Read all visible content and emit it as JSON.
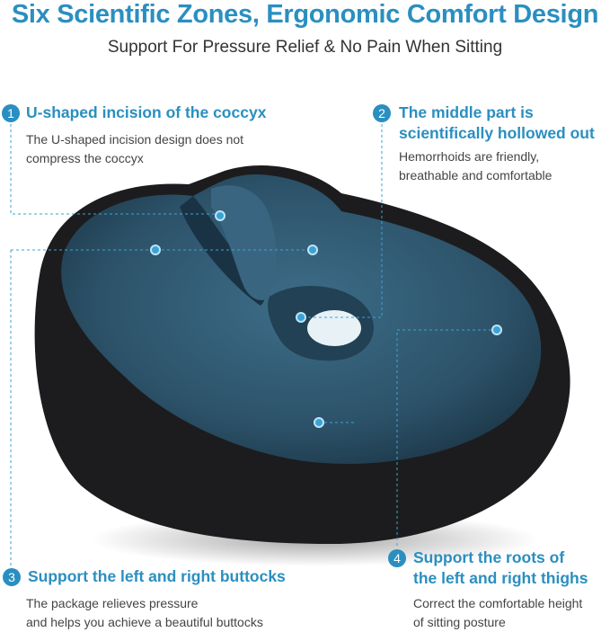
{
  "header": {
    "title": "Six Scientific Zones, Ergonomic Comfort Design",
    "subtitle": "Support For Pressure Relief & No Pain When Sitting"
  },
  "callouts": [
    {
      "number": "1",
      "heading": "U-shaped incision of the coccyx",
      "description": [
        "The U-shaped incision design does not",
        "compress the coccyx"
      ]
    },
    {
      "number": "2",
      "heading": [
        "The middle part is",
        "scientifically hollowed out"
      ],
      "description": [
        "Hemorrhoids are friendly,",
        "breathable and comfortable"
      ]
    },
    {
      "number": "3",
      "heading": "Support the left and right buttocks",
      "description": [
        "The package relieves pressure",
        "and helps you achieve a beautiful buttocks"
      ]
    },
    {
      "number": "4",
      "heading": [
        "Support the roots of",
        "the left and right thighs"
      ],
      "description": [
        "Correct the comfortable height",
        "of sitting posture"
      ]
    }
  ],
  "colors": {
    "accent": "#2a8fc0",
    "cushion_top": "#2f5870",
    "cushion_base": "#1b1b1d"
  }
}
